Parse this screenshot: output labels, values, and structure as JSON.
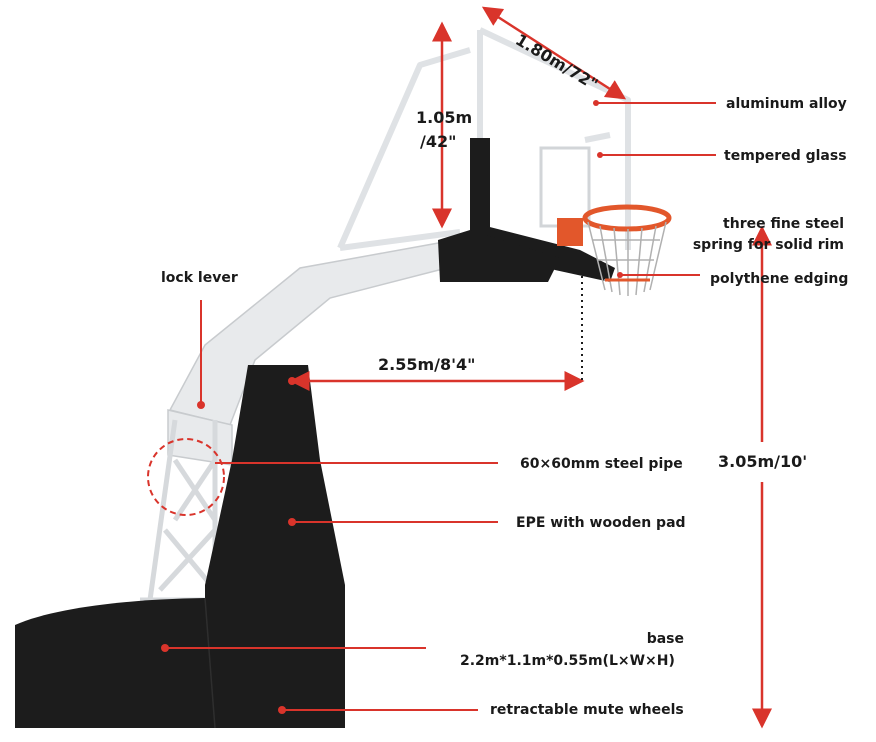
{
  "labels": {
    "aluminum": "aluminum alloy",
    "glass": "tempered glass",
    "spring_line1": "three fine steel",
    "spring_line2": "spring for solid rim",
    "edging": "polythene edging",
    "lock": "lock lever",
    "pipe": "60×60mm steel pipe",
    "epe": "EPE with wooden pad",
    "base_line1": "base",
    "base_line2": "2.2m*1.1m*0.55m(L×W×H)",
    "wheels": "retractable mute wheels"
  },
  "dimensions": {
    "width": "1.80m/72\"",
    "height_line1": "1.05m",
    "height_line2": "/42\"",
    "reach": "2.55m/8'4\"",
    "rim_height": "3.05m/10'"
  },
  "colors": {
    "accent": "#d9342b",
    "pad": "#1c1c1c",
    "frame": "#e6e8ea",
    "rim": "#e2572b"
  }
}
